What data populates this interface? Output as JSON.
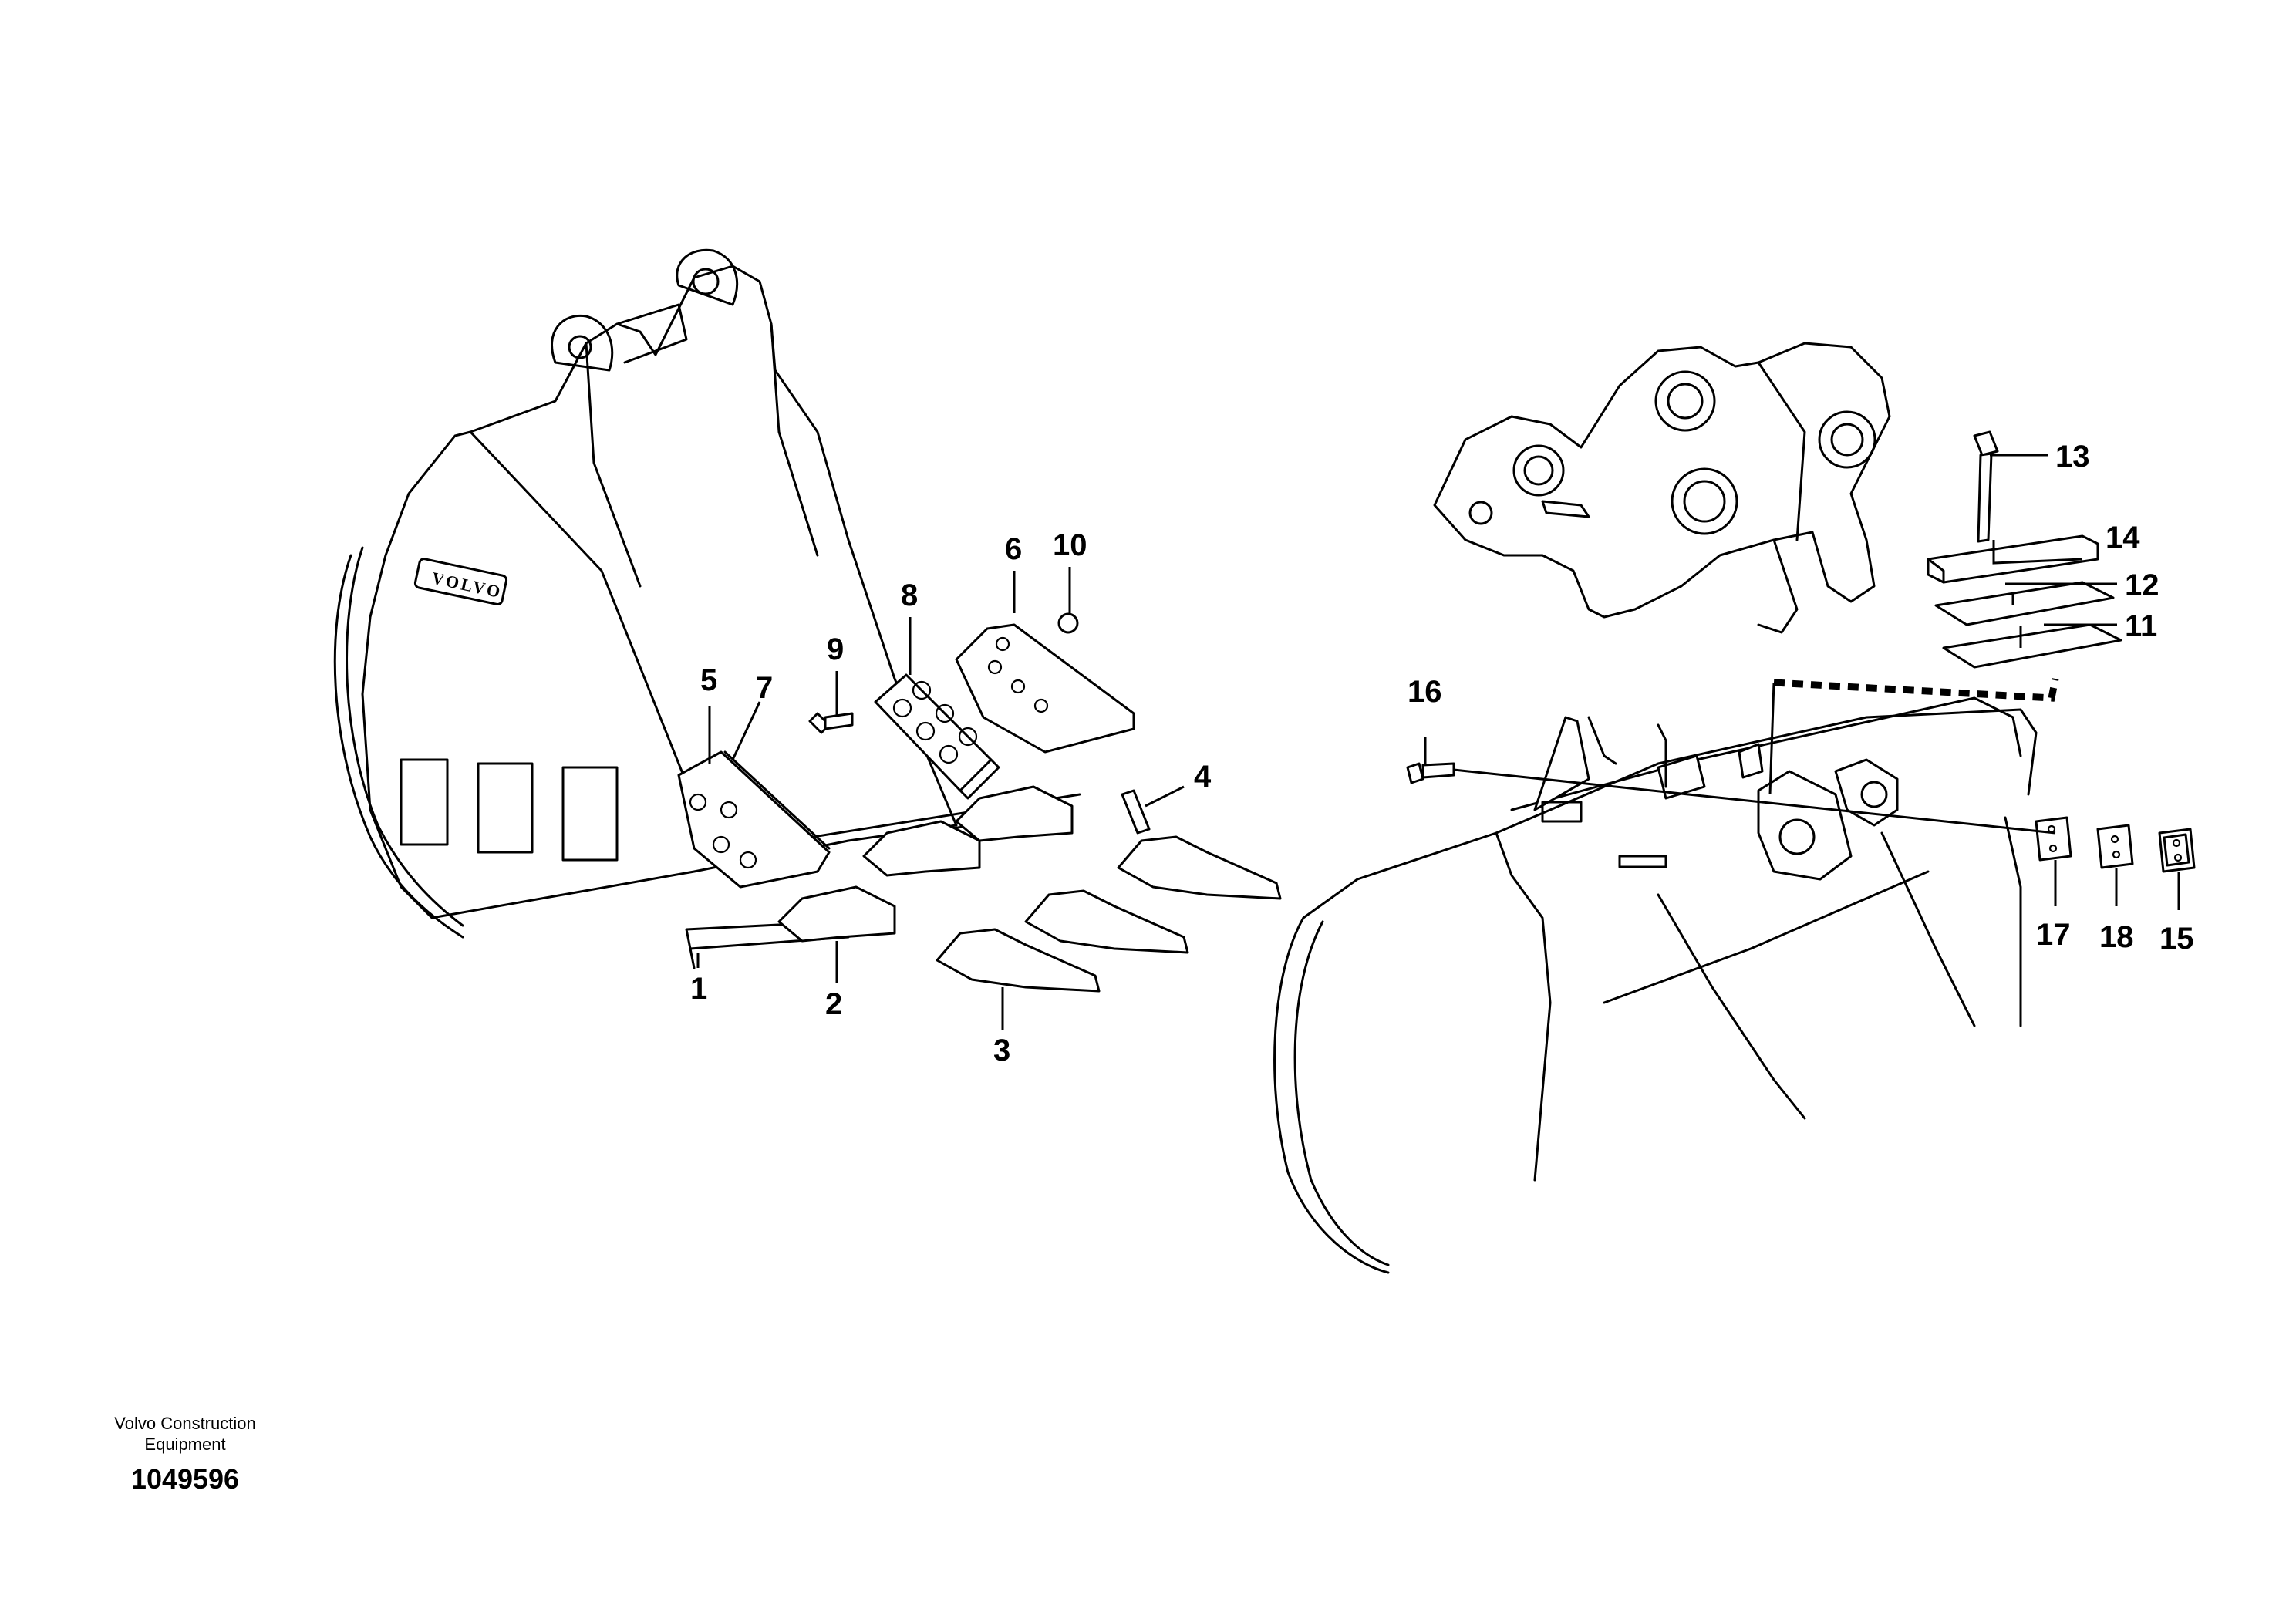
{
  "brand": {
    "logo_text": "VOLVO"
  },
  "footer": {
    "company_line1": "Volvo Construction",
    "company_line2": "Equipment",
    "document_number": "1049596"
  },
  "callouts": {
    "c1": "1",
    "c2": "2",
    "c3": "3",
    "c4": "4",
    "c5": "5",
    "c6": "6",
    "c7": "7",
    "c8": "8",
    "c9": "9",
    "c10": "10",
    "c11": "11",
    "c12": "12",
    "c13": "13",
    "c14": "14",
    "c15": "15",
    "c16": "16",
    "c17": "17",
    "c18": "18"
  }
}
